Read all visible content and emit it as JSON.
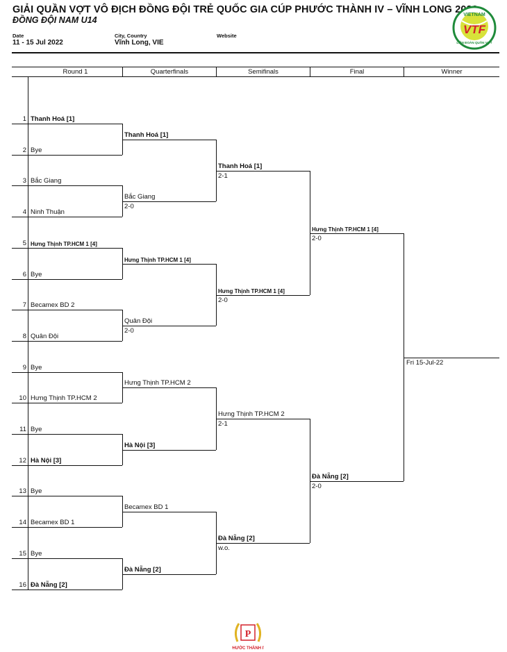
{
  "header": {
    "title": "GIẢI QUẦN VỢT VÔ ĐỊCH ĐỒNG ĐỘI TRẺ QUỐC GIA CÚP PHƯỚC THÀNH IV – VĨNH LONG 2022",
    "subtitle": "ĐỒNG ĐỘI NAM U14",
    "date_label": "Date",
    "date_value": "11 - 15 Jul 2022",
    "location_label": "City, Country",
    "location_value": "Vĩnh Long, VIE",
    "website_label": "Website",
    "website_value": ""
  },
  "logos": {
    "top_right": {
      "text_main": "VTF",
      "text_top": "VIETNAM",
      "text_bottom": "LIÊN ĐOÀN QUẦN VỢT",
      "colors": {
        "ring": "#1f8b3a",
        "ball": "#d8e23a",
        "text": "#d3202a"
      }
    },
    "bottom": {
      "caption": "PHƯỚC THÀNH IV",
      "colors": {
        "laurel": "#e0b323",
        "emblem": "#d3202a",
        "caption": "#d3202a"
      }
    }
  },
  "rounds": [
    "Round 1",
    "Quarterfinals",
    "Semifinals",
    "Final",
    "Winner"
  ],
  "round1": [
    {
      "seed": "1",
      "name": "Thanh Hoá [1]",
      "bold": true,
      "small": false
    },
    {
      "seed": "2",
      "name": "Bye",
      "bold": false,
      "small": false
    },
    {
      "seed": "3",
      "name": "Bắc Giang",
      "bold": false,
      "small": false
    },
    {
      "seed": "4",
      "name": "Ninh Thuận",
      "bold": false,
      "small": false
    },
    {
      "seed": "5",
      "name": "Hưng Thịnh TP.HCM 1 [4]",
      "bold": true,
      "small": true
    },
    {
      "seed": "6",
      "name": "Bye",
      "bold": false,
      "small": false
    },
    {
      "seed": "7",
      "name": "Becamex BD 2",
      "bold": false,
      "small": false
    },
    {
      "seed": "8",
      "name": "Quân Đội",
      "bold": false,
      "small": false
    },
    {
      "seed": "9",
      "name": "Bye",
      "bold": false,
      "small": false
    },
    {
      "seed": "10",
      "name": "Hưng Thịnh TP.HCM 2",
      "bold": false,
      "small": false
    },
    {
      "seed": "11",
      "name": "Bye",
      "bold": false,
      "small": false
    },
    {
      "seed": "12",
      "name": "Hà Nội [3]",
      "bold": true,
      "small": false
    },
    {
      "seed": "13",
      "name": "Bye",
      "bold": false,
      "small": false
    },
    {
      "seed": "14",
      "name": "Becamex BD 1",
      "bold": false,
      "small": false
    },
    {
      "seed": "15",
      "name": "Bye",
      "bold": false,
      "small": false
    },
    {
      "seed": "16",
      "name": "Đà Nẵng [2]",
      "bold": true,
      "small": false
    }
  ],
  "quarterfinals": [
    {
      "name": "Thanh Hoá [1]",
      "bold": true,
      "small": false,
      "score": ""
    },
    {
      "name": "Bắc Giang",
      "bold": false,
      "small": false,
      "score": "2-0"
    },
    {
      "name": "Hưng Thịnh TP.HCM 1 [4]",
      "bold": true,
      "small": true,
      "score": ""
    },
    {
      "name": "Quân Đội",
      "bold": false,
      "small": false,
      "score": "2-0"
    },
    {
      "name": "Hưng Thịnh TP.HCM 2",
      "bold": false,
      "small": false,
      "score": ""
    },
    {
      "name": "Hà Nội [3]",
      "bold": true,
      "small": false,
      "score": ""
    },
    {
      "name": "Becamex BD 1",
      "bold": false,
      "small": false,
      "score": ""
    },
    {
      "name": "Đà Nẵng [2]",
      "bold": true,
      "small": false,
      "score": ""
    }
  ],
  "semifinals": [
    {
      "name": "Thanh Hoá [1]",
      "bold": true,
      "small": false,
      "score": "2-1"
    },
    {
      "name": "Hưng Thịnh TP.HCM 1 [4]",
      "bold": true,
      "small": true,
      "score": "2-0"
    },
    {
      "name": "Hưng Thịnh TP.HCM 2",
      "bold": false,
      "small": false,
      "score": "2-1"
    },
    {
      "name": "Đà Nẵng [2]",
      "bold": true,
      "small": false,
      "score": "w.o."
    }
  ],
  "final": [
    {
      "name": "Hưng Thịnh TP.HCM 1 [4]",
      "bold": true,
      "small": true,
      "score": "2-0"
    },
    {
      "name": "Đà Nẵng [2]",
      "bold": true,
      "small": false,
      "score": "2-0"
    }
  ],
  "winner": {
    "name": "",
    "score": "Fri 15-Jul-22"
  }
}
